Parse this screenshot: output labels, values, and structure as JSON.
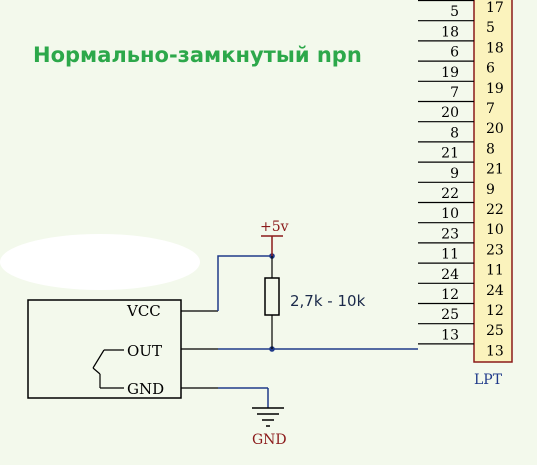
{
  "title": "Нормально-замкнутый npn",
  "sensor": {
    "vcc": "VCC",
    "out": "OUT",
    "gnd": "GND"
  },
  "power": {
    "label": "+5v"
  },
  "ground": {
    "label": "GND"
  },
  "resistor": {
    "label": "2,7k - 10k"
  },
  "connector": {
    "label": "LPT",
    "pins_outer": [
      "17",
      "5",
      "18",
      "6",
      "19",
      "7",
      "20",
      "8",
      "21",
      "9",
      "22",
      "10",
      "23",
      "11",
      "24",
      "12",
      "25",
      "13"
    ],
    "pins_inner": [
      "17",
      "5",
      "18",
      "6",
      "19",
      "7",
      "20",
      "8",
      "21",
      "9",
      "22",
      "10",
      "23",
      "11",
      "24",
      "12",
      "25",
      "13"
    ]
  },
  "colors": {
    "wire": "#1f3a8a",
    "title": "#2ca84a",
    "label_red": "#8b1a1a",
    "connector_fill": "#fbf3bd",
    "background": "#f3f9ec"
  }
}
